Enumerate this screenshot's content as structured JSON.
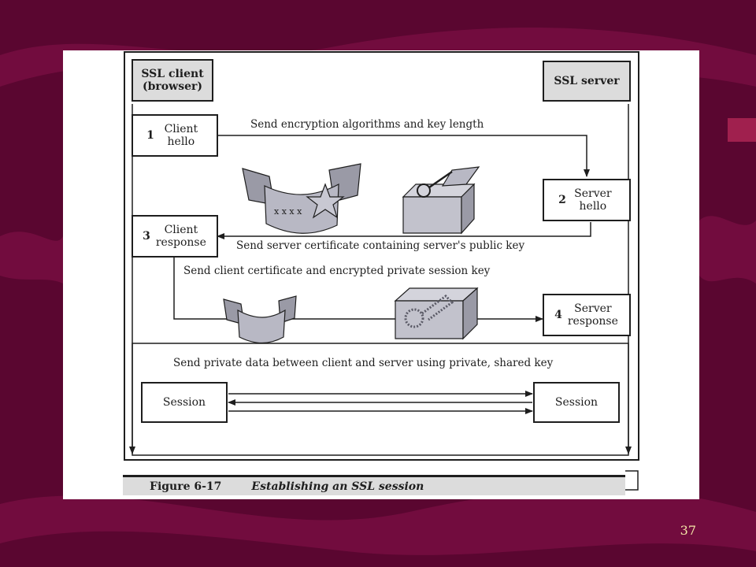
{
  "diagram": {
    "client_header": "SSL client (browser)",
    "server_header": "SSL server",
    "steps": [
      {
        "num": "1",
        "label": "Client hello"
      },
      {
        "num": "2",
        "label": "Server hello"
      },
      {
        "num": "3",
        "label": "Client response"
      },
      {
        "num": "4",
        "label": "Server response"
      }
    ],
    "arrows": {
      "a1": "Send encryption algorithms and key length",
      "a2": "Send server certificate containing server's public key",
      "a3": "Send client certificate and encrypted private session key",
      "a4": "Send private data between client and server using private, shared key"
    },
    "session_left": "Session",
    "session_right": "Session",
    "certificate_marks": "x x x x",
    "caption_figure": "Figure 6-17",
    "caption_title": "Establishing an SSL session"
  },
  "slide": {
    "page_number": "37"
  },
  "colors": {
    "background": "#5a0630",
    "swirl": "#7c1045",
    "panel": "#ffffff",
    "header_fill": "#dcdcdc",
    "line": "#1e1e1e",
    "page_number": "#f4e6a6"
  }
}
